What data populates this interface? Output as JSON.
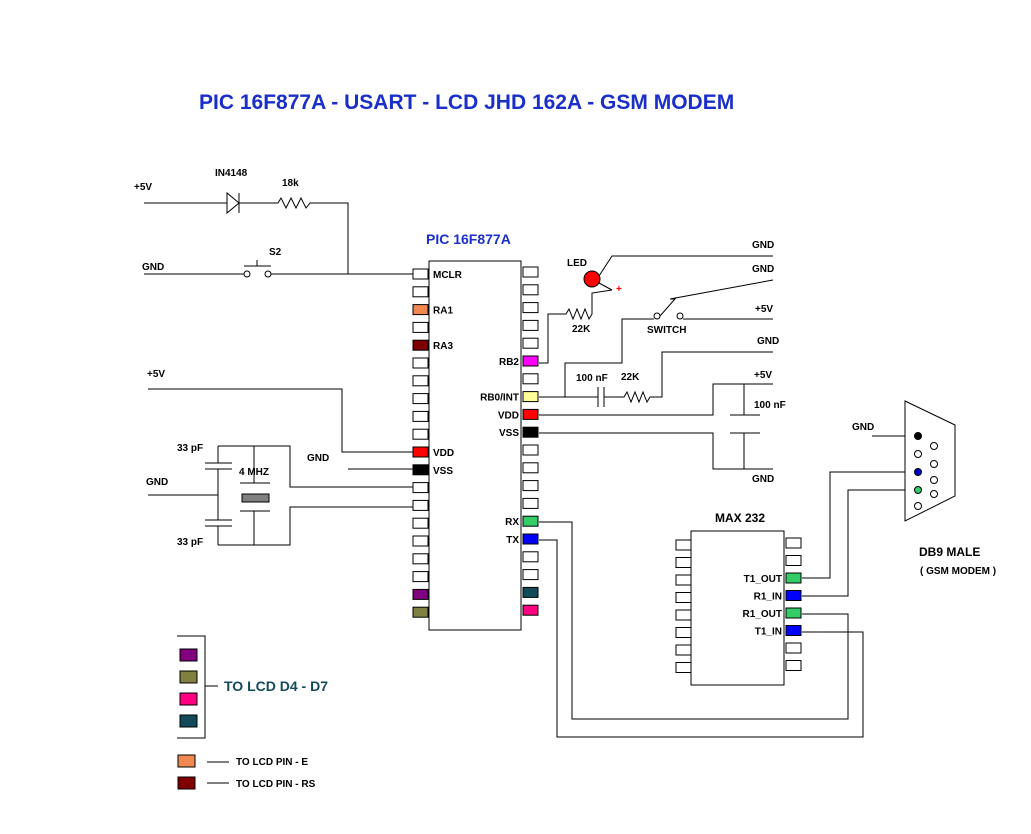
{
  "title": "PIC 16F877A - USART - LCD JHD 162A - GSM MODEM",
  "pic": {
    "name": "PIC 16F877A",
    "left_pins": [
      {
        "row": 0,
        "label": "MCLR",
        "color": "#ffffff"
      },
      {
        "row": 2,
        "label": "RA1",
        "color": "#f08850"
      },
      {
        "row": 4,
        "label": "RA3",
        "color": "#800000"
      },
      {
        "row": 10,
        "label": "VDD",
        "color": "#ff0000"
      },
      {
        "row": 11,
        "label": "VSS",
        "color": "#000000"
      },
      {
        "row": 18,
        "label": "",
        "color": "#800080"
      },
      {
        "row": 19,
        "label": "",
        "color": "#808040"
      }
    ],
    "right_pins": [
      {
        "row": 5,
        "label": "RB2",
        "color": "#ff00ff"
      },
      {
        "row": 7,
        "label": "RB0/INT",
        "color": "#ffff99"
      },
      {
        "row": 8,
        "label": "VDD",
        "color": "#ff0000"
      },
      {
        "row": 9,
        "label": "VSS",
        "color": "#000000"
      },
      {
        "row": 14,
        "label": "RX",
        "color": "#33cc66"
      },
      {
        "row": 15,
        "label": "TX",
        "color": "#0000ff"
      },
      {
        "row": 18,
        "label": "",
        "color": "#124a5a"
      },
      {
        "row": 19,
        "label": "",
        "color": "#ff0080"
      }
    ]
  },
  "max232": {
    "name": "MAX 232",
    "right_pins": [
      {
        "row": 2,
        "label": "T1_OUT",
        "color": "#33cc66"
      },
      {
        "row": 3,
        "label": "R1_IN",
        "color": "#0000ff"
      },
      {
        "row": 4,
        "label": "R1_OUT",
        "color": "#33cc66"
      },
      {
        "row": 5,
        "label": "T1_IN",
        "color": "#0000ff"
      }
    ]
  },
  "labels": {
    "plus5v_a": "+5V",
    "diode": "IN4148",
    "r18k": "18k",
    "gnd_a": "GND",
    "s2": "S2",
    "plus5v_b": "+5V",
    "cap33_top": "33 pF",
    "cap33_bot": "33 pF",
    "xtal": "4 MHZ",
    "gnd_b": "GND",
    "gnd_c": "GND",
    "led": "LED",
    "led_plus": "+",
    "r22k_a": "22K",
    "switch": "SWITCH",
    "gnd_d": "GND",
    "gnd_e": "GND",
    "plus5v_c": "+5V",
    "gnd_f": "GND",
    "cap100_a": "100 nF",
    "r22k_b": "22K",
    "plus5v_d": "+5V",
    "cap100_b": "100 nF",
    "gnd_g": "GND",
    "gnd_h": "GND",
    "db9": "DB9 MALE",
    "db9_sub": "( GSM MODEM )",
    "lcd_bus": "TO LCD D4 - D7",
    "lcd_e": "TO LCD PIN - E",
    "lcd_rs": "TO LCD PIN - RS"
  },
  "legend": {
    "bus_colors": [
      "#800080",
      "#808040",
      "#ff0080",
      "#124a5a"
    ],
    "e_color": "#f08850",
    "rs_color": "#800000"
  }
}
